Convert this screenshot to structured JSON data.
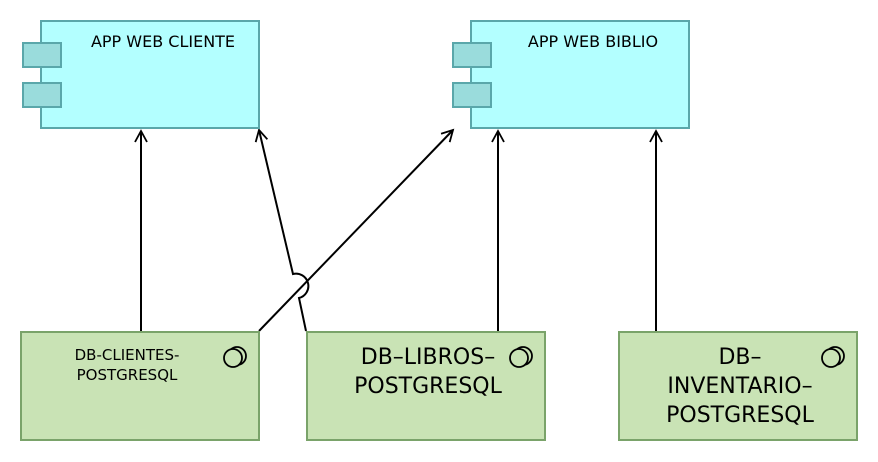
{
  "diagram": {
    "components": [
      {
        "id": "app-web-cliente",
        "label": "APP WEB CLIENTE"
      },
      {
        "id": "app-web-biblio",
        "label": "APP WEB BIBLIO"
      }
    ],
    "databases": [
      {
        "id": "db-clientes",
        "lines": [
          "DB-CLIENTES-",
          "POSTGRESQL"
        ]
      },
      {
        "id": "db-libros",
        "lines": [
          "DB–LIBROS–",
          "POSTGRESQL"
        ]
      },
      {
        "id": "db-inventario",
        "lines": [
          "DB–",
          "INVENTARIO–",
          "POSTGRESQL"
        ]
      }
    ],
    "connections": [
      {
        "from": "db-clientes",
        "to": "app-web-cliente"
      },
      {
        "from": "db-libros",
        "to": "app-web-cliente"
      },
      {
        "from": "db-clientes",
        "to": "app-web-biblio"
      },
      {
        "from": "db-libros",
        "to": "app-web-biblio"
      },
      {
        "from": "db-inventario",
        "to": "app-web-biblio"
      }
    ],
    "colors": {
      "component_fill": "#b3ffff",
      "component_border": "#5aa7aa",
      "component_tab_fill": "#9adcdc",
      "database_fill": "#c9e3b5",
      "database_border": "#7aa36a",
      "connector": "#000000"
    },
    "icons": {
      "component": "component-tabs-icon",
      "database": "service-rings-icon"
    }
  }
}
